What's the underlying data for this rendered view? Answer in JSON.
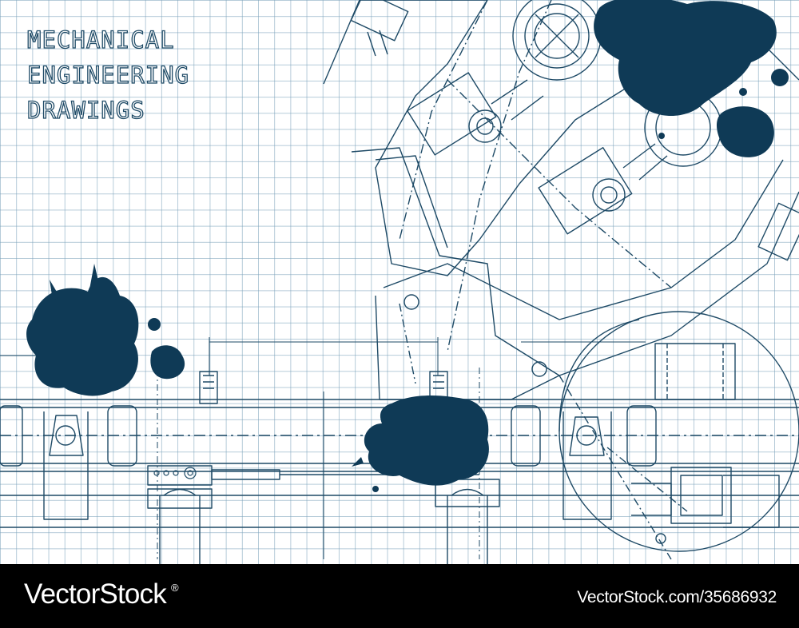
{
  "artwork": {
    "title_lines": [
      "MECHANICAL",
      "ENGINEERING",
      "DRAWINGS"
    ],
    "colors": {
      "paper": "#ffffff",
      "grid": "#8fb2c8",
      "line": "#1e4a66",
      "ink_blot": "#0f3a56"
    }
  },
  "footer": {
    "brand": "VectorStock",
    "brand_mark": "®",
    "image_id": "VectorStock.com/35686932",
    "colors": {
      "background": "#000000",
      "text": "#ffffff"
    }
  }
}
